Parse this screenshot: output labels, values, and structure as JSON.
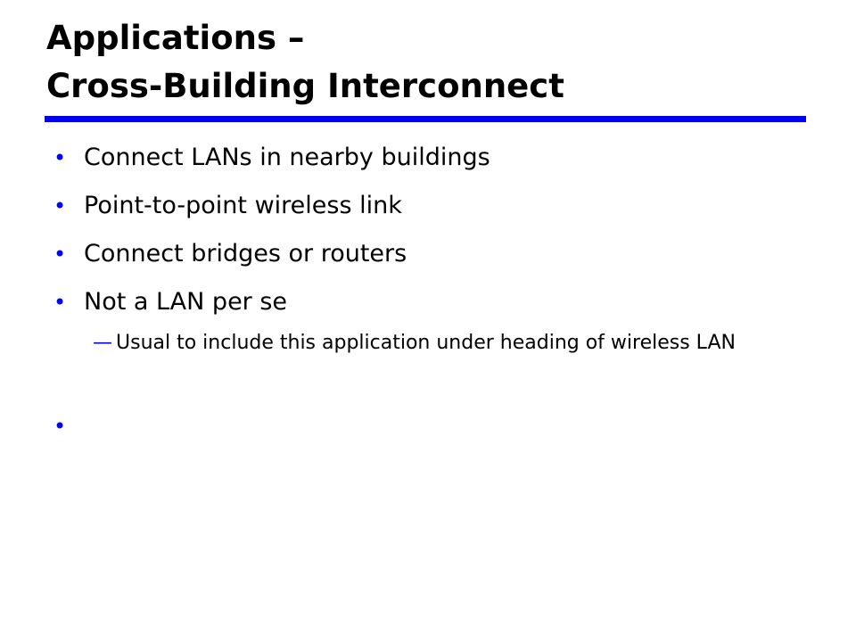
{
  "slide": {
    "title_line1": "Applications –",
    "title_line2": "Cross-Building Interconnect",
    "bullet_glyph": "•",
    "sub_glyph": "—",
    "bullets": [
      "Connect LANs in nearby buildings",
      "Point-to-point wireless link",
      "Connect bridges or routers",
      "Not a LAN per se"
    ],
    "sub_bullets": [
      "Usual to include this application under heading of wireless LAN"
    ],
    "colors": {
      "accent": "#0000ff",
      "text": "#000000",
      "background": "#ffffff"
    }
  }
}
